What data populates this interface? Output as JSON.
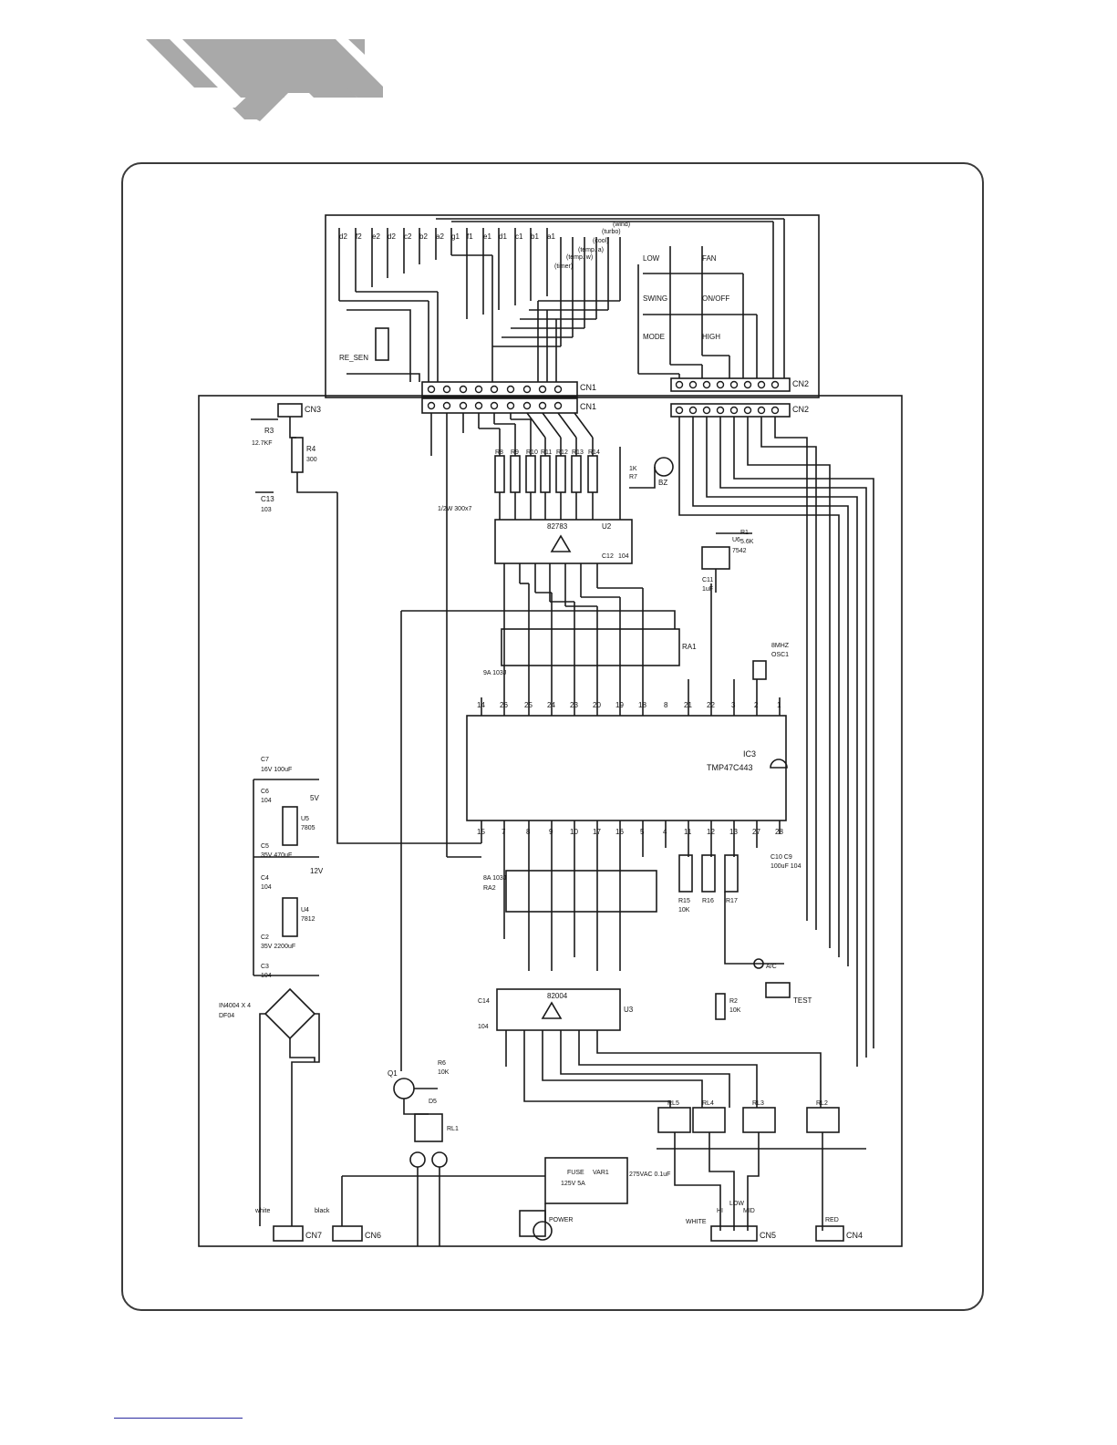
{
  "page": {
    "accent_stripes_color": "#a9a9a9",
    "frame_color": "#3a3a3a",
    "footer_line_color": "#2a2aa0"
  },
  "schematic": {
    "connectors": {
      "cn1": "CN1",
      "cn2": "CN2",
      "cn3": "CN3",
      "cn4": "CN4",
      "cn5": "CN5",
      "cn6": "CN6",
      "cn7": "CN7"
    },
    "ics": {
      "ic3": "IC3",
      "ic3_part": "TMP47C443",
      "u2": "U2",
      "u2_part": "82783",
      "u3": "U3",
      "u3_part": "82004",
      "u4": "U4",
      "u4_part": "7812",
      "u5": "U5",
      "u5_part": "7805",
      "u6": "U6",
      "u6_part": "7542"
    },
    "display_labels": [
      "d2",
      "f2",
      "e2",
      "d2",
      "c2",
      "b2",
      "a2",
      "g1",
      "f1",
      "e1",
      "d1",
      "c1",
      "b1",
      "a1"
    ],
    "led_labels": [
      "(wind)",
      "(turbo)",
      "(cool)",
      "(temp. a)",
      "(temp. w)",
      "(timer)"
    ],
    "keys": [
      "LOW",
      "SWING",
      "MODE",
      "FAN",
      "ON/OFF",
      "HIGH"
    ],
    "sensor": "RE_SEN",
    "resistors": {
      "r3": "R3",
      "r3_val": "12.7KF",
      "r4": "R4",
      "r4_val": "300",
      "r8": "R8",
      "r9": "R9",
      "r10": "R10",
      "r11": "R11",
      "r12": "R12",
      "r13": "R13",
      "r14": "R14",
      "r_array_val": "1/2W 300x7",
      "r7": "R7",
      "r7_val": "1K",
      "r1": "R1",
      "r1_val": "5.6K",
      "r2": "R2",
      "r2_val": "10K",
      "r6": "R6",
      "r6_val": "10K",
      "r15": "R15",
      "r16": "R16",
      "r17": "R17",
      "r_val_10k": "10K"
    },
    "resistor_arrays": {
      "ra1": "RA1",
      "ra1_val": "9A 103J",
      "ra2": "RA2",
      "ra2_val": "8A 103J"
    },
    "capacitors": {
      "c13": "C13",
      "c13_val": "103",
      "c12": "C12",
      "c12_val": "104",
      "c11": "C11",
      "c11_val": "1uF",
      "c7": "C7",
      "c7_val": "16V 100uF",
      "c6": "C6",
      "c6_val": "104",
      "c5": "C5",
      "c5_val": "35V 470uF",
      "c4": "C4",
      "c4_val": "104",
      "c2": "C2",
      "c2_val": "35V 2200uF",
      "c3": "C3",
      "c3_val": "104",
      "c14": "C14",
      "c14_val": "104",
      "c9_c10": "C10 C9",
      "c9_val": "100uF 104"
    },
    "misc": {
      "bz": "BZ",
      "osc": "OSC1",
      "osc_val": "8MHZ",
      "rails_5v": "5V",
      "rails_12v": "12V",
      "bridge": "IN4004 X 4",
      "bridge_alt": "DF04",
      "q1": "Q1",
      "d5": "D5",
      "relays": [
        "RL1",
        "RL2",
        "RL3",
        "RL4",
        "RL5"
      ],
      "fuse": "FUSE",
      "fuse_val": "125V 5A",
      "vari": "VAR1",
      "cap_x": "275VAC 0.1uF",
      "power": "POWER",
      "test": "TEST",
      "ac": "A/C",
      "wire_white": "white",
      "wire_black": "black",
      "wire_white2": "WHITE",
      "wire_red": "RED",
      "speed_hi": "HI",
      "speed_low": "LOW",
      "speed_mid": "MID"
    },
    "pins_ic3_top": [
      "14",
      "26",
      "25",
      "24",
      "23",
      "20",
      "19",
      "18",
      "8",
      "21",
      "22",
      "3",
      "2",
      "1"
    ],
    "pins_ic3_bottom": [
      "15",
      "7",
      "8",
      "9",
      "10",
      "17",
      "16",
      "5",
      "4",
      "11",
      "12",
      "13",
      "27",
      "28"
    ]
  }
}
